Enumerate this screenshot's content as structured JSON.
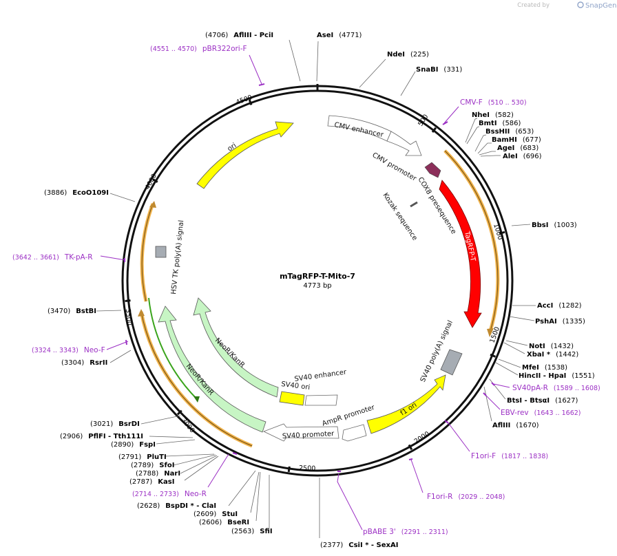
{
  "brand": {
    "created_by": "Created by",
    "name": "SnapGene"
  },
  "plasmid": {
    "name": "mTagRFP-T-Mito-7",
    "length": "4773 bp"
  },
  "ticks": [
    "500",
    "1000",
    "1500",
    "2000",
    "2500",
    "3000",
    "3500",
    "4000",
    "4500"
  ],
  "enzymes": [
    {
      "pos": "(4706)",
      "name": "AflIII",
      "alt": "- PciI",
      "star": ""
    },
    {
      "pos": "(4771)",
      "name": "AseI",
      "alt": "",
      "star": ""
    },
    {
      "pos": "(225)",
      "name": "NdeI",
      "alt": "",
      "star": ""
    },
    {
      "pos": "(331)",
      "name": "SnaBI",
      "alt": "",
      "star": ""
    },
    {
      "pos": "(582)",
      "name": "NheI",
      "alt": "",
      "star": ""
    },
    {
      "pos": "(586)",
      "name": "BmtI",
      "alt": "",
      "star": ""
    },
    {
      "pos": "(653)",
      "name": "BssHII",
      "alt": "",
      "star": ""
    },
    {
      "pos": "(677)",
      "name": "BamHI",
      "alt": "",
      "star": ""
    },
    {
      "pos": "(683)",
      "name": "AgeI",
      "alt": "",
      "star": ""
    },
    {
      "pos": "(696)",
      "name": "AleI",
      "alt": "",
      "star": ""
    },
    {
      "pos": "(1003)",
      "name": "BbsI",
      "alt": "",
      "star": ""
    },
    {
      "pos": "(1282)",
      "name": "AccI",
      "alt": "",
      "star": ""
    },
    {
      "pos": "(1335)",
      "name": "PshAI",
      "alt": "",
      "star": ""
    },
    {
      "pos": "(1432)",
      "name": "NotI",
      "alt": "",
      "star": ""
    },
    {
      "pos": "(1442)",
      "name": "XbaI",
      "alt": "",
      "star": " *"
    },
    {
      "pos": "(1538)",
      "name": "MfeI",
      "alt": "",
      "star": ""
    },
    {
      "pos": "(1551)",
      "name": "HincII",
      "alt": "- HpaI",
      "star": ""
    },
    {
      "pos": "(1627)",
      "name": "BtsI",
      "alt": "- BtsαI",
      "star": ""
    },
    {
      "pos": "(1670)",
      "name": "AflIII",
      "alt": "",
      "star": ""
    },
    {
      "pos": "(2377)",
      "name": "CsiI",
      "alt": "- SexAI",
      "star": " *"
    },
    {
      "pos": "(2563)",
      "name": "SfiI",
      "alt": "",
      "star": ""
    },
    {
      "pos": "(2606)",
      "name": "BseRI",
      "alt": "",
      "star": ""
    },
    {
      "pos": "(2609)",
      "name": "StuI",
      "alt": "",
      "star": ""
    },
    {
      "pos": "(2628)",
      "name": "BspDI",
      "alt": "- ClaI",
      "star": " *"
    },
    {
      "pos": "(2787)",
      "name": "KasI",
      "alt": "",
      "star": ""
    },
    {
      "pos": "(2788)",
      "name": "NarI",
      "alt": "",
      "star": ""
    },
    {
      "pos": "(2789)",
      "name": "SfoI",
      "alt": "",
      "star": ""
    },
    {
      "pos": "(2791)",
      "name": "PluTI",
      "alt": "",
      "star": ""
    },
    {
      "pos": "(2890)",
      "name": "FspI",
      "alt": "",
      "star": ""
    },
    {
      "pos": "(2906)",
      "name": "PflFI",
      "alt": "- Tth111I",
      "star": ""
    },
    {
      "pos": "(3021)",
      "name": "BsrDI",
      "alt": "",
      "star": ""
    },
    {
      "pos": "(3304)",
      "name": "RsrII",
      "alt": "",
      "star": ""
    },
    {
      "pos": "(3470)",
      "name": "BstBI",
      "alt": "",
      "star": ""
    },
    {
      "pos": "(3886)",
      "name": "EcoO109I",
      "alt": "",
      "star": ""
    }
  ],
  "primers": [
    {
      "name": "pBR322ori-F",
      "range": "(4551 .. 4570)"
    },
    {
      "name": "CMV-F",
      "range": "(510 .. 530)"
    },
    {
      "name": "SV40pA-R",
      "range": "(1589 .. 1608)"
    },
    {
      "name": "EBV-rev",
      "range": "(1643 .. 1662)"
    },
    {
      "name": "F1ori-F",
      "range": "(1817 .. 1838)"
    },
    {
      "name": "F1ori-R",
      "range": "(2029 .. 2048)"
    },
    {
      "name": "pBABE 3'",
      "range": "(2291 .. 2311)"
    },
    {
      "name": "Neo-R",
      "range": "(2714 .. 2733)"
    },
    {
      "name": "Neo-F",
      "range": "(3324 .. 3343)"
    },
    {
      "name": "TK-pA-R",
      "range": "(3642 .. 3661)"
    }
  ],
  "features": {
    "cmv_enhancer": "CMV enhancer",
    "cmv_promoter": "CMV promoter",
    "cox8": "COX8 presequence",
    "kozak": "Kozak sequence",
    "tagrfp": "TagRFP-T",
    "sv40_polya": "SV40 poly(A) signal",
    "f1_ori": "f1 ori",
    "ampr_promoter": "AmpR promoter",
    "sv40_promoter": "SV40 promoter",
    "sv40_ori": "SV40 ori",
    "sv40_enhancer": "SV40 enhancer",
    "neo_inner": "NeoR/KanR",
    "neo_outer": "NeoR/KanR",
    "hsv_polya": "HSV TK poly(A) signal",
    "ori": "ori"
  },
  "colors": {
    "backbone": "#111111",
    "primer": "#9b2fc4",
    "orf_orange": "#f0b24a",
    "cox8": "#8c2f5a",
    "tagrfp": "#ff0000",
    "yellow": "#ffff00",
    "neo": "#c7f5c4",
    "green_orf": "#3aa41c"
  }
}
